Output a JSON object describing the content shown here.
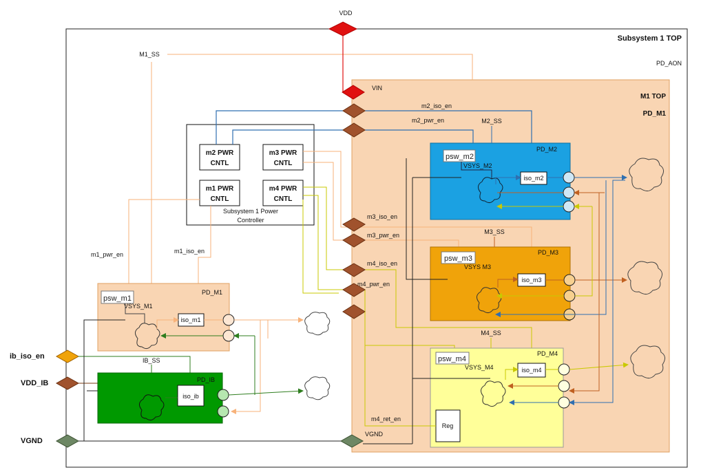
{
  "labels": {
    "vdd": "VDD",
    "subsystem_top": "Subsystem 1 TOP",
    "pd_aon": "PD_AON",
    "m1_ss": "M1_SS",
    "vin": "VIN",
    "m1_top": "M1 TOP",
    "pd_m1_top": "PD_M1",
    "m2_iso_en": "m2_iso_en",
    "m2_pwr_en": "m2_pwr_en",
    "m2_ss": "M2_SS",
    "pd_m2": "PD_M2",
    "psw_m2": "psw_m2",
    "vsys_m2": "VSYS_M2",
    "iso_m2": "iso_m2",
    "m2_pwr_cntl_1": "m2 PWR",
    "m2_pwr_cntl_2": "CNTL",
    "m3_pwr_cntl_1": "m3 PWR",
    "m3_pwr_cntl_2": "CNTL",
    "m1_pwr_cntl_1": "m1 PWR",
    "m1_pwr_cntl_2": "CNTL",
    "m4_pwr_cntl_1": "m4 PWR",
    "m4_pwr_cntl_2": "CNTL",
    "power_controller_1": "Subsystem 1 Power",
    "power_controller_2": "Controller",
    "m3_iso_en": "m3_iso_en",
    "m3_pwr_en": "m3_pwr_en",
    "m3_ss": "M3_SS",
    "pd_m3": "PD_M3",
    "psw_m3": "psw_m3",
    "vsys_m3": "VSYS M3",
    "iso_m3": "iso_m3",
    "m4_iso_en": "m4_iso_en",
    "m4_pwr_en": "m4_pwr_en",
    "m1_pwr_en": "m1_pwr_en",
    "m1_iso_en": "m1_iso_en",
    "pd_m1_box": "PD_M1",
    "psw_m1": "psw_m1",
    "vsys_m1": "VSYS_M1",
    "iso_m1": "iso_m1",
    "m4_ss": "M4_SS",
    "pd_m4": "PD_M4",
    "psw_m4": "psw_m4",
    "vsys_m4": "VSYS_M4",
    "iso_m4": "iso_m4",
    "reg": "Reg",
    "m4_ret_en": "m4_ret_en",
    "ib_iso_en": "ib_iso_en",
    "ib_ss": "IB_SS",
    "pd_ib": "PD_IB",
    "iso_ib": "iso_ib",
    "vdd_ib": "VDD_IB",
    "vgnd_left": "VGND",
    "vgnd_right": "VGND"
  },
  "colors": {
    "vdd_red": "#e01010",
    "aon_fill": "#f9d5b3",
    "aon_stroke": "#e0a060",
    "pd_m2_fill": "#1ba1e2",
    "pd_m3_fill": "#f0a30a",
    "pd_m4_fill": "#ffff99",
    "pd_ib_fill": "#009900",
    "diamond_brown": "#a0522d",
    "diamond_orange": "#f0a30a",
    "diamond_gray": "#6d8764",
    "wire_blue": "#2f6fb0",
    "wire_peach": "#f7b27a",
    "wire_yellow": "#c9c900",
    "wire_brown": "#c06020",
    "wire_green": "#2e7d1e"
  }
}
